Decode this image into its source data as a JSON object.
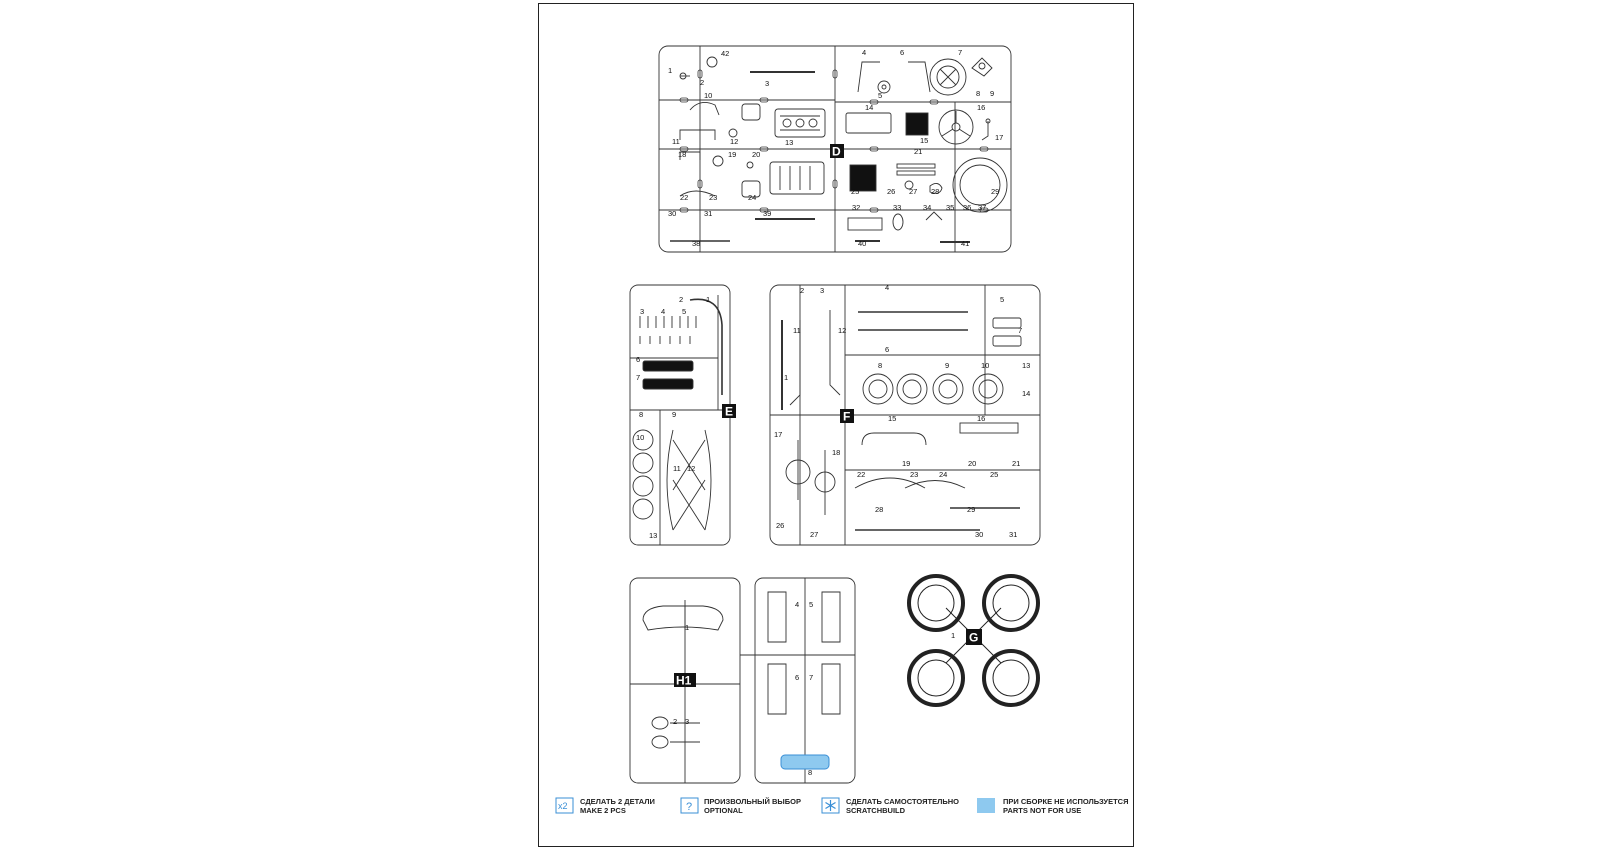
{
  "sprues": [
    {
      "id": "D",
      "label": "D",
      "part_numbers": [
        "1",
        "2",
        "3",
        "4",
        "5",
        "6",
        "7",
        "8",
        "9",
        "10",
        "11",
        "12",
        "13",
        "14",
        "15",
        "16",
        "17",
        "18",
        "19",
        "20",
        "21",
        "22",
        "23",
        "24",
        "25",
        "26",
        "27",
        "28",
        "29",
        "30",
        "31",
        "32",
        "33",
        "34",
        "35",
        "36",
        "37",
        "38",
        "39",
        "40",
        "41",
        "42"
      ]
    },
    {
      "id": "E",
      "label": "E",
      "part_numbers": [
        "1",
        "2",
        "3",
        "4",
        "5",
        "6",
        "7",
        "8",
        "9",
        "10",
        "11",
        "12",
        "13"
      ]
    },
    {
      "id": "F",
      "label": "F",
      "part_numbers": [
        "1",
        "2",
        "3",
        "4",
        "5",
        "6",
        "7",
        "8",
        "9",
        "10",
        "11",
        "12",
        "13",
        "14",
        "15",
        "16",
        "17",
        "18",
        "19",
        "20",
        "21",
        "22",
        "23",
        "24",
        "25",
        "26",
        "27",
        "28",
        "29",
        "30",
        "31"
      ]
    },
    {
      "id": "H1",
      "label": "H1",
      "part_numbers": [
        "1",
        "2",
        "3",
        "4",
        "5",
        "6",
        "7",
        "8"
      ]
    },
    {
      "id": "G",
      "label": "G",
      "part_numbers": [
        "1"
      ]
    }
  ],
  "legend": [
    {
      "icon": "x2",
      "line1": "СДЕЛАТЬ 2 ДЕТАЛИ",
      "line2": "MAKE 2 PCS",
      "color": "#3a8fd6"
    },
    {
      "icon": "?",
      "line1": "ПРОИЗВОЛЬНЫЙ ВЫБОР",
      "line2": "OPTIONAL",
      "color": "#3a8fd6"
    },
    {
      "icon": "snowflake-icon",
      "line1": "СДЕЛАТЬ САМОСТОЯТЕЛЬНО",
      "line2": "SCRATCHBUILD",
      "color": "#3a8fd6"
    },
    {
      "icon": "filled-square",
      "line1": "ПРИ СБОРКЕ НЕ ИСПОЛЬЗУЕТСЯ",
      "line2": "PARTS NOT FOR USE",
      "color": "#8ec9ef"
    }
  ]
}
